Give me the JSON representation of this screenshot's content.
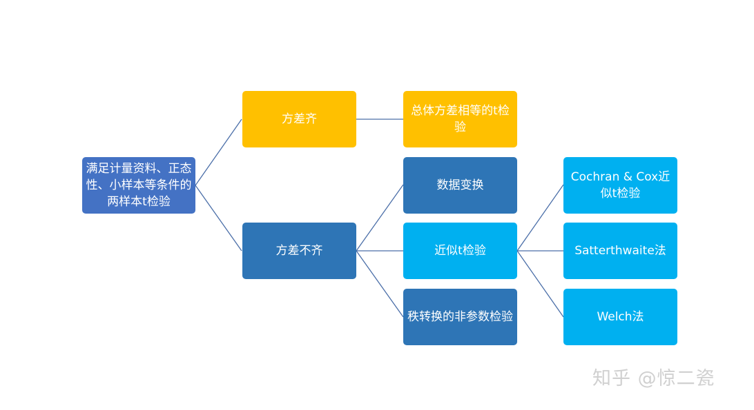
{
  "colors": {
    "root": "#4472c4",
    "equal": "#ffc000",
    "equal_leaf": "#ffc000",
    "unequal": "#2e75b6",
    "unequal_child": "#2e75b6",
    "approx": "#00b0f0",
    "connector": "#4a6ea8"
  },
  "nodes": {
    "root": "满足计量资料、正态性、小样本等条件的两样本t检验",
    "equal_var": "方差齐",
    "equal_var_test": "总体方差相等的t检验",
    "unequal_var": "方差不齐",
    "data_transform": "数据变换",
    "approx_t": "近似t检验",
    "rank_test": "秩转换的非参数检验",
    "cochran_cox": "Cochran & Cox近似t检验",
    "satterthwaite": "Satterthwaite法",
    "welch": "Welch法"
  },
  "watermark": "知乎 @惊二瓷"
}
